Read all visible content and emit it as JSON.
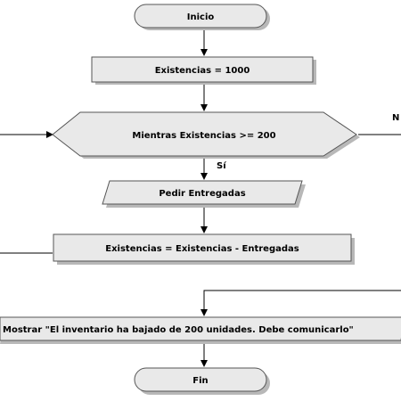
{
  "nodes": {
    "start": "Inicio",
    "init": "Existencias = 1000",
    "loop": "Mientras Existencias >= 200",
    "input": "Pedir Entregadas",
    "update": "Existencias = Existencias - Entregadas",
    "output": "Mostrar \"El inventario ha bajado de 200 unidades. Debe comunicarlo\"",
    "end": "Fin"
  },
  "branches": {
    "yes": "Sí",
    "no": "N"
  }
}
